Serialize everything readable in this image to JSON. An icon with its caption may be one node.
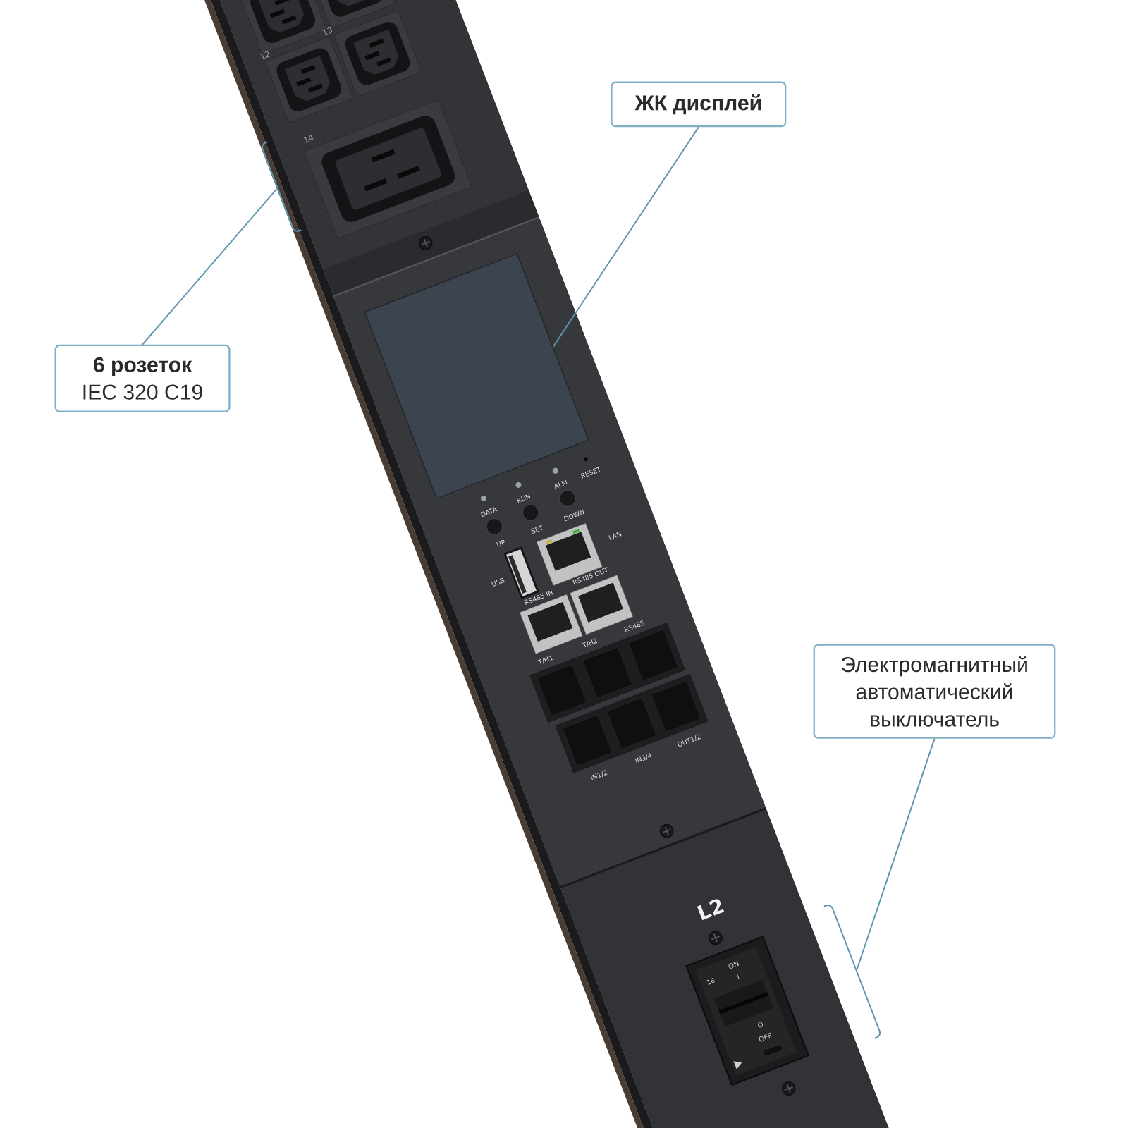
{
  "diagram": {
    "nodes": [
      {
        "text": [
          "ЖК дисплей"
        ]
      },
      {
        "text": [
          "6 розеток",
          "IEC 320 C19"
        ]
      },
      {
        "text": [
          "Электромагнитный автоматический выключатель"
        ]
      },
      {
        "text": [],
        "shape": "box"
      },
      {
        "text": [],
        "shape": "bracket"
      },
      {
        "text": [],
        "shape": "bracket"
      }
    ],
    "edges": [
      {
        "from": 0,
        "to": 3,
        "arrow": "none"
      },
      {
        "from": 1,
        "to": 4,
        "arrow": "none"
      },
      {
        "from": 2,
        "to": 5,
        "arrow": "none"
      }
    ],
    "labels": [
      "12",
      "13",
      "14",
      "DATA",
      "RUN",
      "ALM",
      "RESET",
      "UP",
      "SET",
      "DOWN",
      "LAN",
      "USB",
      "RS485 IN",
      "RS485 OUT",
      "T/H1",
      "T/H2",
      "RS485",
      "IN1/2",
      "IN3/4",
      "OUT1/2",
      "L2",
      "16",
      "ON",
      "I",
      "O",
      "OFF"
    ]
  }
}
